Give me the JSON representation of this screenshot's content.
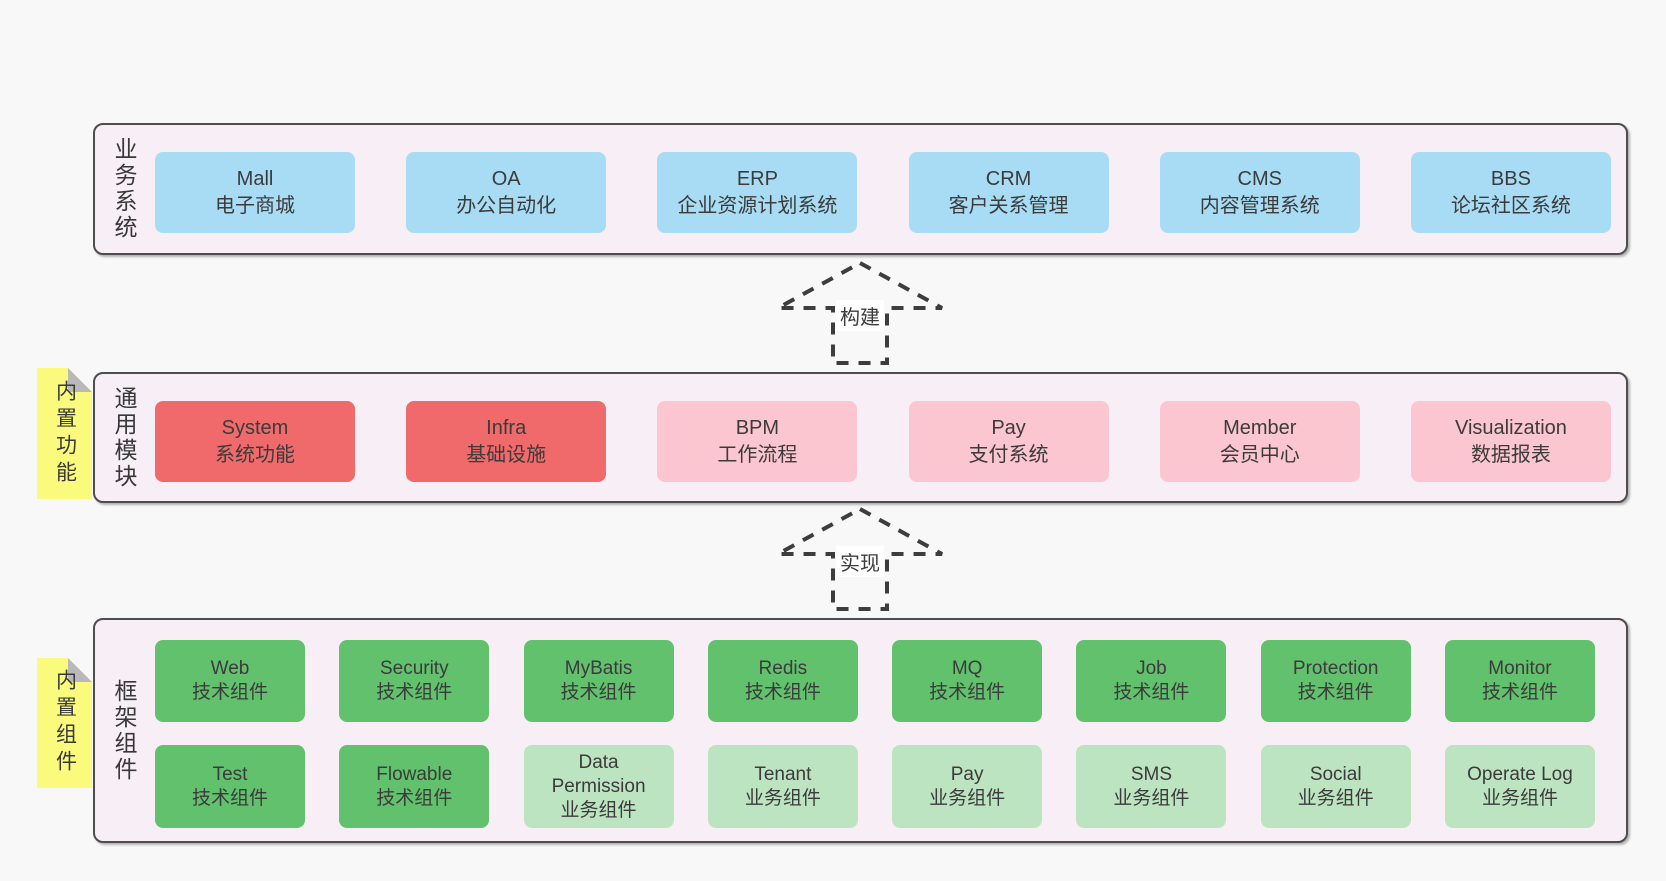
{
  "colors": {
    "page_bg": "#f8f8f8",
    "layer_bg": "#f8eef6",
    "layer_border": "#4d4d4d",
    "text": "#3b3b3b",
    "blue": "#a8dcf4",
    "red": "#f16a6b",
    "pink": "#fbc6cf",
    "green": "#62c16d",
    "lightgreen": "#bce4c0",
    "sticky_yellow": "#fafa7d",
    "sticky_fold_gray": "#b9b9b9",
    "arrow_dash": "#3d3d3d"
  },
  "arrows": [
    {
      "label": "构建"
    },
    {
      "label": "实现"
    }
  ],
  "stickies": [
    {
      "label": "内置功能"
    },
    {
      "label": "内置组件"
    }
  ],
  "layers": [
    {
      "label": "业务系统",
      "rows": [
        [
          {
            "title": "Mall",
            "subtitle": "电子商城",
            "type": "blue"
          },
          {
            "title": "OA",
            "subtitle": "办公自动化",
            "type": "blue"
          },
          {
            "title": "ERP",
            "subtitle": "企业资源计划系统",
            "type": "blue"
          },
          {
            "title": "CRM",
            "subtitle": "客户关系管理",
            "type": "blue"
          },
          {
            "title": "CMS",
            "subtitle": "内容管理系统",
            "type": "blue"
          },
          {
            "title": "BBS",
            "subtitle": "论坛社区系统",
            "type": "blue"
          }
        ]
      ]
    },
    {
      "label": "通用模块",
      "rows": [
        [
          {
            "title": "System",
            "subtitle": "系统功能",
            "type": "red"
          },
          {
            "title": "Infra",
            "subtitle": "基础设施",
            "type": "red"
          },
          {
            "title": "BPM",
            "subtitle": "工作流程",
            "type": "pink"
          },
          {
            "title": "Pay",
            "subtitle": "支付系统",
            "type": "pink"
          },
          {
            "title": "Member",
            "subtitle": "会员中心",
            "type": "pink"
          },
          {
            "title": "Visualization",
            "subtitle": "数据报表",
            "type": "pink"
          }
        ]
      ]
    },
    {
      "label": "框架组件",
      "rows": [
        [
          {
            "title": "Web",
            "subtitle": "技术组件",
            "type": "green"
          },
          {
            "title": "Security",
            "subtitle": "技术组件",
            "type": "green"
          },
          {
            "title": "MyBatis",
            "subtitle": "技术组件",
            "type": "green"
          },
          {
            "title": "Redis",
            "subtitle": "技术组件",
            "type": "green"
          },
          {
            "title": "MQ",
            "subtitle": "技术组件",
            "type": "green"
          },
          {
            "title": "Job",
            "subtitle": "技术组件",
            "type": "green"
          },
          {
            "title": "Protection",
            "subtitle": "技术组件",
            "type": "green"
          },
          {
            "title": "Monitor",
            "subtitle": "技术组件",
            "type": "green"
          }
        ],
        [
          {
            "title": "Test",
            "subtitle": "技术组件",
            "type": "green"
          },
          {
            "title": "Flowable",
            "subtitle": "技术组件",
            "type": "green"
          },
          {
            "title": "Data Permission",
            "subtitle": "业务组件",
            "type": "lightgreen"
          },
          {
            "title": "Tenant",
            "subtitle": "业务组件",
            "type": "lightgreen"
          },
          {
            "title": "Pay",
            "subtitle": "业务组件",
            "type": "lightgreen"
          },
          {
            "title": "SMS",
            "subtitle": "业务组件",
            "type": "lightgreen"
          },
          {
            "title": "Social",
            "subtitle": "业务组件",
            "type": "lightgreen"
          },
          {
            "title": "Operate Log",
            "subtitle": "业务组件",
            "type": "lightgreen"
          }
        ]
      ]
    }
  ]
}
